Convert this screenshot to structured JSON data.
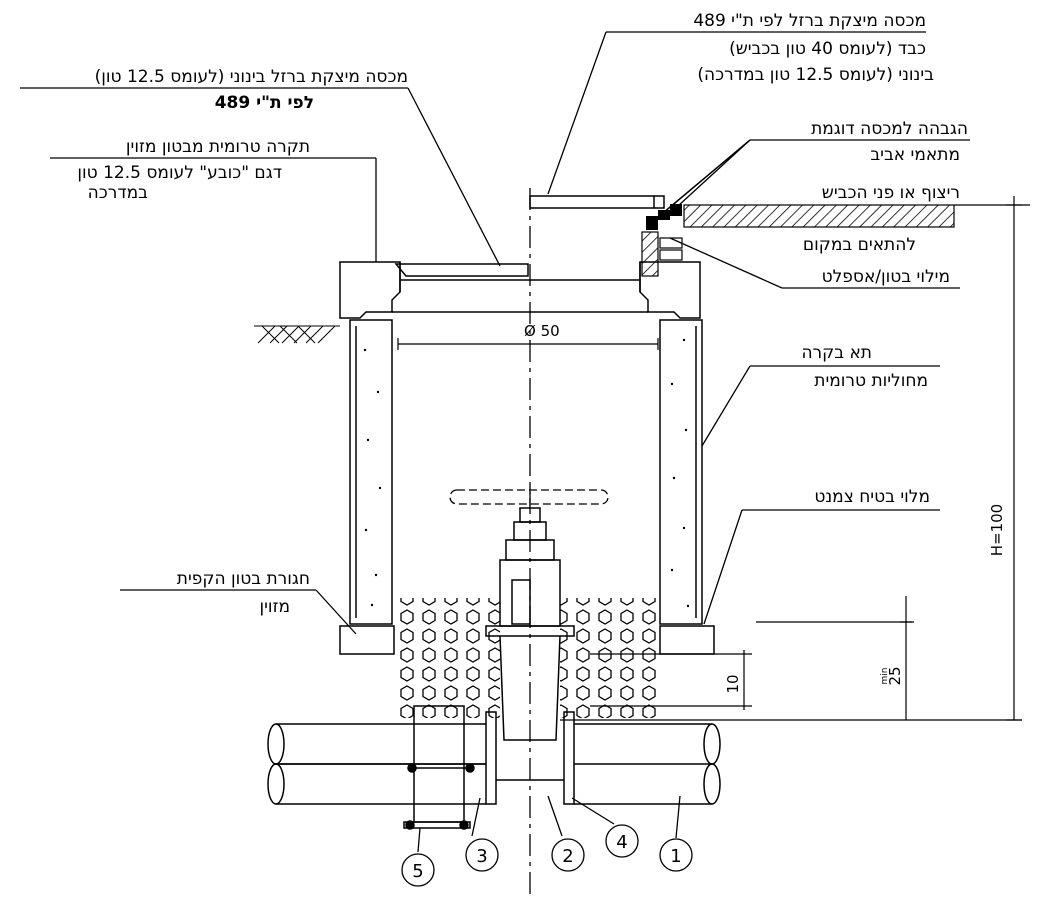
{
  "labels": {
    "cover_top_1": "מכסה מיצקת ברזל לפי ת\"י 489",
    "cover_top_2": "כבד (לעומס 40 טון בכביש)",
    "cover_top_3": "בינוני (לעומס 12.5 טון במדרכה)",
    "cover_medium_1": "מכסה מיצקת ברזל בינוני (לעומס 12.5 טון)",
    "cover_medium_2": "לפי ת\"י 489",
    "slab_1": "תקרה טרומית מבטון מזוין",
    "slab_2": "דגם \"כובע\" לעומס 12.5 טון",
    "slab_3": "במדרכה",
    "raise_1": "הגבהה למכסה דוגמת",
    "raise_2": "מתאמי אביב",
    "paving": "ריצוף או פני הכביש",
    "adjust": "להתאים במקום",
    "fill_concrete": "מילוי בטון/אספלט",
    "chamber_1": "תא בקרה",
    "chamber_2": "מחוליות טרומית",
    "cement_fill": "מלוי בטיח צמנט",
    "belt_1": "חגורת בטון הקפית",
    "belt_2": "מזוין"
  },
  "dimensions": {
    "diameter": "Ø 50",
    "height": "H=100",
    "gap": "10",
    "min_label": "min",
    "min_value": "25"
  },
  "callouts": [
    "1",
    "2",
    "3",
    "4",
    "5"
  ]
}
